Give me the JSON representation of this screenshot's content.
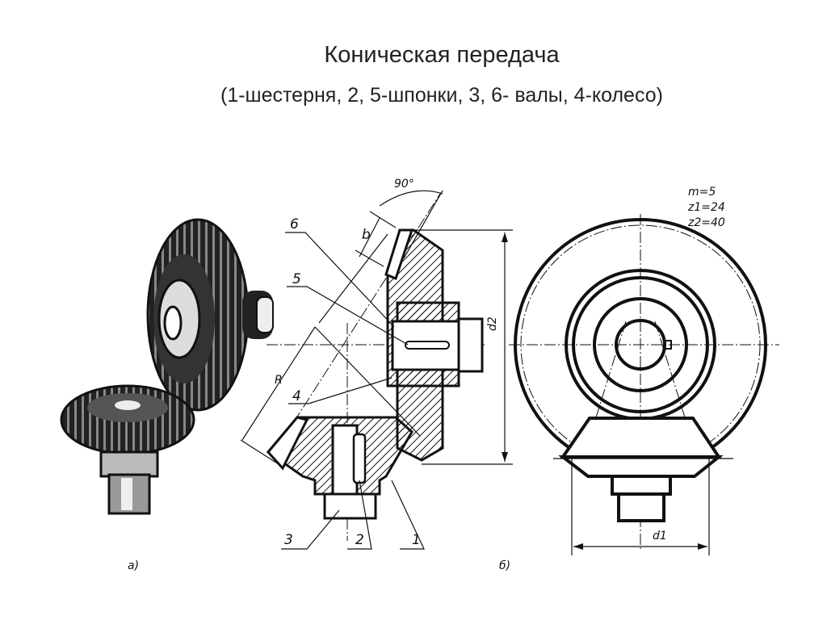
{
  "slide": {
    "title": "Коническая передача",
    "subtitle": "(1-шестерня, 2, 5-шпонки, 3, 6- валы, 4-колесо)"
  },
  "figure": {
    "view_a_label": "а)",
    "view_b_label": "б)",
    "part_labels": [
      "1",
      "2",
      "3",
      "4",
      "5",
      "6"
    ],
    "dimensions": {
      "angle": "90°",
      "face_width": "b",
      "cone_distance": "R",
      "wheel_diameter": "d2",
      "pinion_diameter": "d1"
    },
    "parameters": [
      "m=5",
      "z1=24",
      "z2=40"
    ]
  }
}
